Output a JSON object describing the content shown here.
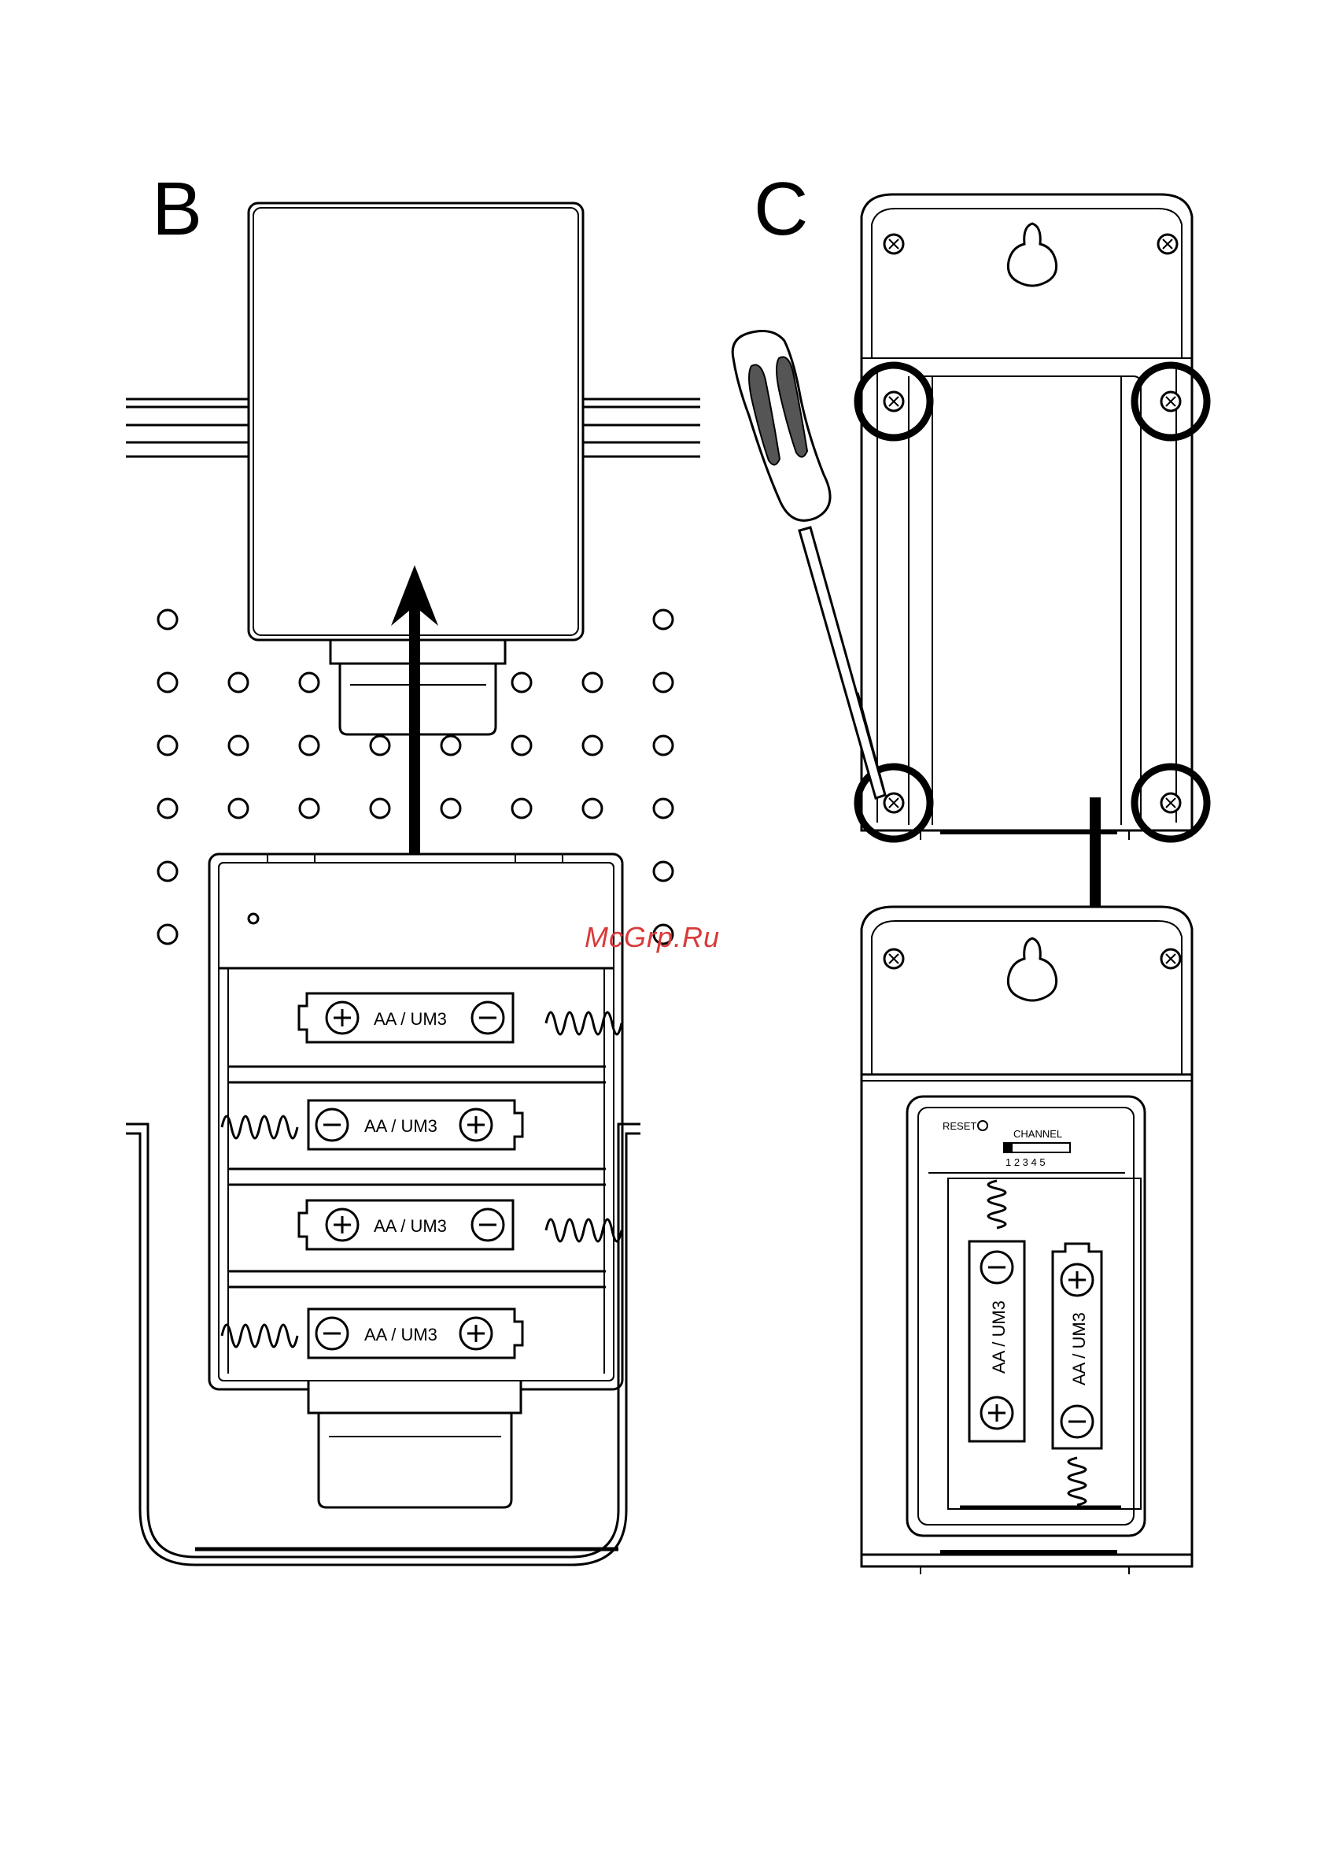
{
  "panels": {
    "b": {
      "letter": "B"
    },
    "c": {
      "letter": "C"
    }
  },
  "battery_label": "AA / UM3",
  "battery_label_vertical": "AA / UM3",
  "sensor": {
    "reset_label": "RESET",
    "channel_label": "CHANNEL",
    "channel_numbers": "1 2 3 4 5"
  },
  "watermark": "McGrp.Ru",
  "colors": {
    "line": "#000000",
    "watermark": "#d83a3a",
    "background": "#ffffff"
  },
  "icons": [
    "arrow-up-icon",
    "arrow-down-icon",
    "screwdriver-icon",
    "screw-icon",
    "spring-icon",
    "plus-icon",
    "minus-icon",
    "keyhole-icon"
  ]
}
